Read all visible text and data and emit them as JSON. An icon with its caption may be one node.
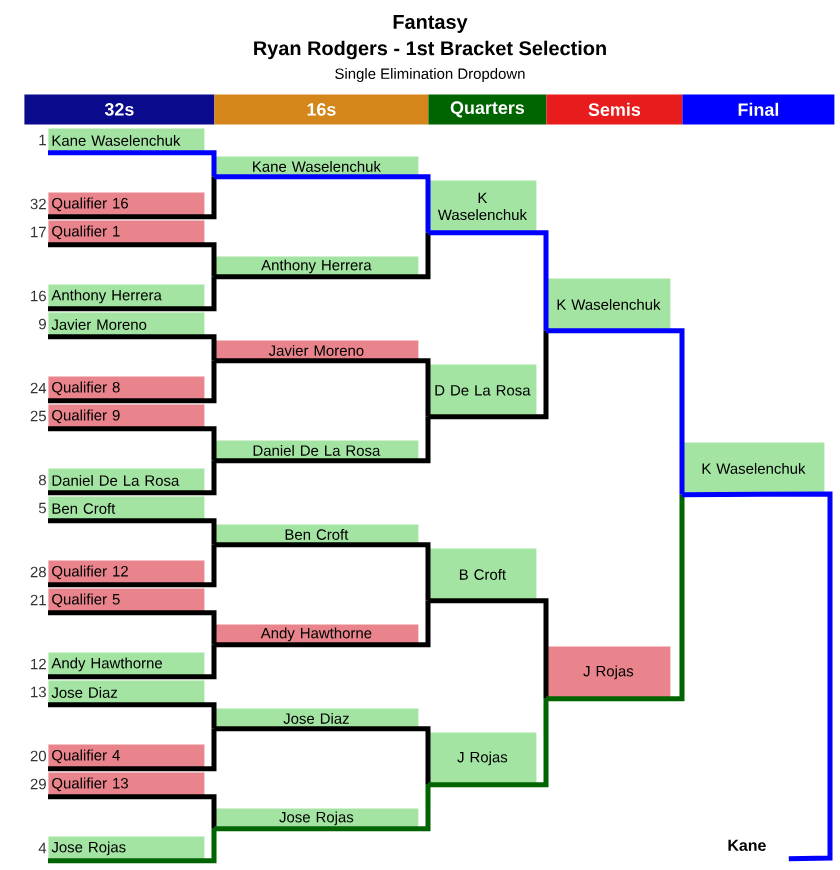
{
  "diagram": {
    "title": "Fantasy",
    "nodes": [
      {
        "text": [
          "32s"
        ]
      },
      {
        "text": [
          "16s"
        ]
      },
      {
        "text": [
          "Quarters"
        ]
      },
      {
        "text": [
          "Semis"
        ]
      },
      {
        "text": [
          "Final"
        ]
      },
      {
        "text": [
          "Kane Waselenchuk"
        ],
        "beside": [
          "1"
        ]
      },
      {
        "text": [
          "Qualifier 16"
        ],
        "beside": [
          "32"
        ]
      },
      {
        "text": [
          "Qualifier 1"
        ],
        "beside": [
          "17"
        ]
      },
      {
        "text": [
          "Anthony Herrera"
        ],
        "beside": [
          "16"
        ]
      },
      {
        "text": [
          "Javier Moreno"
        ],
        "beside": [
          "9"
        ]
      },
      {
        "text": [
          "Qualifier 8"
        ],
        "beside": [
          "24"
        ]
      },
      {
        "text": [
          "Qualifier 9"
        ],
        "beside": [
          "25"
        ]
      },
      {
        "text": [
          "Daniel De La Rosa"
        ],
        "beside": [
          "8"
        ]
      },
      {
        "text": [
          "Ben Croft"
        ],
        "beside": [
          "5"
        ]
      },
      {
        "text": [
          "Qualifier 12"
        ],
        "beside": [
          "28"
        ]
      },
      {
        "text": [
          "Qualifier 5"
        ],
        "beside": [
          "21"
        ]
      },
      {
        "text": [
          "Andy Hawthorne"
        ],
        "beside": [
          "12"
        ]
      },
      {
        "text": [
          "Jose Diaz"
        ],
        "beside": [
          "13"
        ]
      },
      {
        "text": [
          "Qualifier 4"
        ],
        "beside": [
          "20"
        ]
      },
      {
        "text": [
          "Qualifier 13"
        ],
        "beside": [
          "29"
        ]
      },
      {
        "text": [
          "Jose Rojas"
        ],
        "beside": [
          "4"
        ]
      },
      {
        "text": [
          "Kane Waselenchuk"
        ]
      },
      {
        "text": [
          "Anthony Herrera"
        ]
      },
      {
        "text": [
          "Javier Moreno"
        ]
      },
      {
        "text": [
          "Daniel De La Rosa"
        ]
      },
      {
        "text": [
          "Ben Croft"
        ]
      },
      {
        "text": [
          "Andy Hawthorne"
        ]
      },
      {
        "text": [
          "Jose Diaz"
        ]
      },
      {
        "text": [
          "Jose Rojas"
        ]
      },
      {
        "text": [
          "K Waselenchuk"
        ]
      },
      {
        "text": [
          "D De La Rosa"
        ]
      },
      {
        "text": [
          "B Croft"
        ]
      },
      {
        "text": [
          "J Rojas"
        ]
      },
      {
        "text": [
          "K Waselenchuk"
        ]
      },
      {
        "text": [
          "J Rojas"
        ]
      },
      {
        "text": [
          "K Waselenchuk"
        ]
      },
      {
        "text": [
          "Kane"
        ]
      }
    ],
    "edges": [
      {
        "from": 5,
        "to": 21,
        "arrow": "none",
        "color": "#0000ff"
      },
      {
        "from": 6,
        "to": 21,
        "arrow": "none"
      },
      {
        "from": 7,
        "to": 22,
        "arrow": "none"
      },
      {
        "from": 8,
        "to": 22,
        "arrow": "none"
      },
      {
        "from": 9,
        "to": 23,
        "arrow": "none"
      },
      {
        "from": 10,
        "to": 23,
        "arrow": "none"
      },
      {
        "from": 11,
        "to": 24,
        "arrow": "none"
      },
      {
        "from": 12,
        "to": 24,
        "arrow": "none"
      },
      {
        "from": 13,
        "to": 25,
        "arrow": "none"
      },
      {
        "from": 14,
        "to": 25,
        "arrow": "none"
      },
      {
        "from": 15,
        "to": 26,
        "arrow": "none"
      },
      {
        "from": 16,
        "to": 26,
        "arrow": "none"
      },
      {
        "from": 17,
        "to": 27,
        "arrow": "none"
      },
      {
        "from": 18,
        "to": 27,
        "arrow": "none"
      },
      {
        "from": 19,
        "to": 28,
        "arrow": "none"
      },
      {
        "from": 20,
        "to": 28,
        "arrow": "none",
        "color": "#006400"
      },
      {
        "from": 21,
        "to": 29,
        "arrow": "none",
        "color": "#0000ff"
      },
      {
        "from": 22,
        "to": 29,
        "arrow": "none"
      },
      {
        "from": 23,
        "to": 30,
        "arrow": "none"
      },
      {
        "from": 24,
        "to": 30,
        "arrow": "none"
      },
      {
        "from": 25,
        "to": 31,
        "arrow": "none"
      },
      {
        "from": 26,
        "to": 31,
        "arrow": "none"
      },
      {
        "from": 27,
        "to": 32,
        "arrow": "none"
      },
      {
        "from": 28,
        "to": 32,
        "arrow": "none",
        "color": "#006400"
      },
      {
        "from": 29,
        "to": 33,
        "arrow": "none",
        "color": "#0000ff"
      },
      {
        "from": 30,
        "to": 33,
        "arrow": "none"
      },
      {
        "from": 31,
        "to": 34,
        "arrow": "none"
      },
      {
        "from": 32,
        "to": 34,
        "arrow": "none",
        "color": "#006400"
      },
      {
        "from": 33,
        "to": 35,
        "arrow": "none",
        "color": "#0000ff"
      },
      {
        "from": 34,
        "to": 35,
        "arrow": "none",
        "color": "#006400"
      },
      {
        "from": 35,
        "to": 36,
        "arrow": "none",
        "color": "#0000ff"
      }
    ],
    "labels": [
      "Ryan Rodgers - 1st Bracket Selection",
      "Single Elimination Dropdown"
    ]
  }
}
